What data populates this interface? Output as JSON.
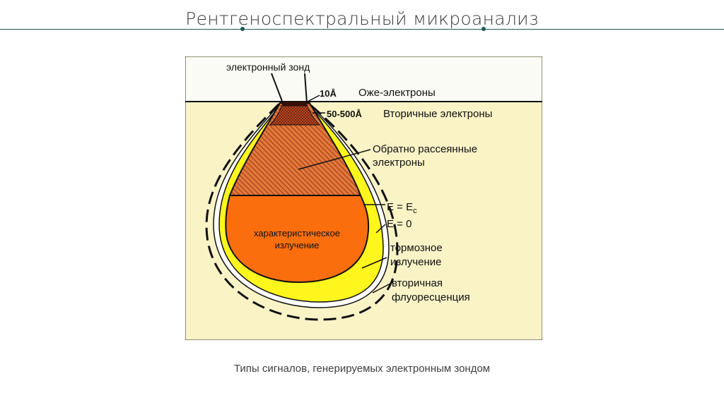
{
  "page": {
    "title": "Рентгеноспектральный микроанализ",
    "caption": "Типы сигналов, генерируемых электронным зондом"
  },
  "diagram": {
    "labels": {
      "probe": "электронный зонд",
      "depth_auger": "10Å",
      "auger": "Оже-электроны",
      "depth_secondary": "50-500Å",
      "secondary": "Вторичные электроны",
      "backscattered_line1": "Обратно рассеянные",
      "backscattered_line2": "электроны",
      "e_ec": "E = E",
      "e_ec_sub": "c",
      "e_zero": "E = 0",
      "characteristic_line1": "характеристическое",
      "characteristic_line2": "излучение",
      "bremsstrahlung_line1": "тормозное",
      "bremsstrahlung_line2": "излучение",
      "fluorescence_line1": "вторичная",
      "fluorescence_line2": "флуоресценция"
    },
    "colors": {
      "background": "#f9f3c6",
      "top_region": "#fbfbf5",
      "yellow_zone": "#fef61c",
      "orange_zone": "#fb6e0e",
      "hatch": "#c0401c",
      "outline": "#111111"
    }
  }
}
